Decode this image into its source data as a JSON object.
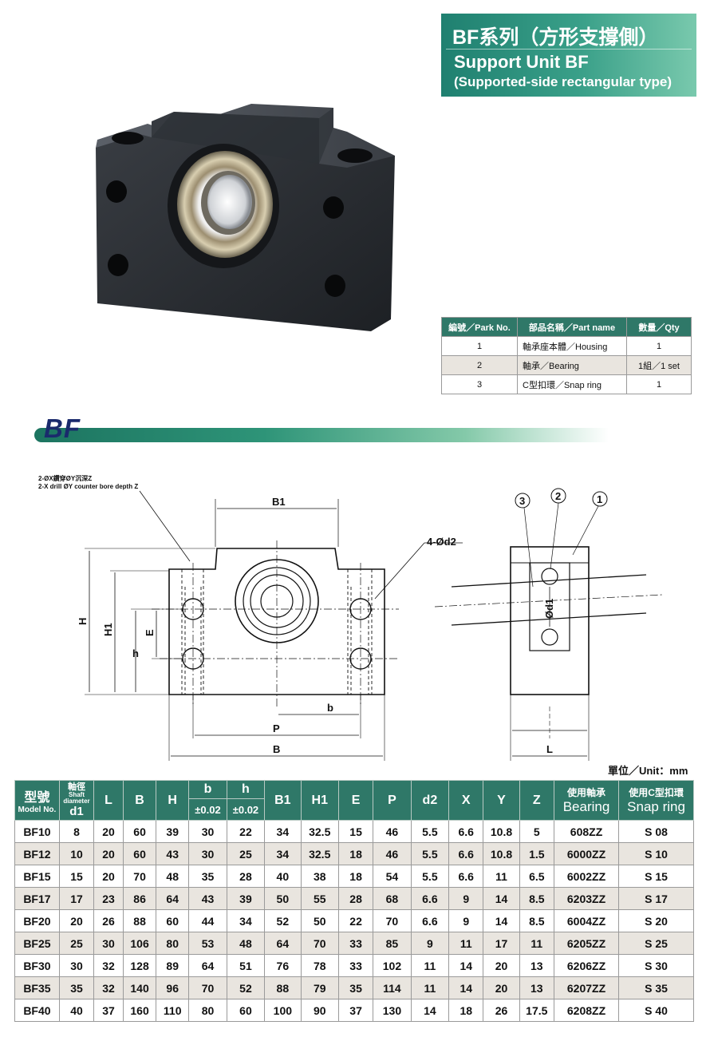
{
  "title": {
    "cn": "BF系列（方形支撐側）",
    "en": "Support Unit BF",
    "en2": "(Supported-side rectangular type)"
  },
  "parts_table": {
    "headers": [
      "編號／Park No.",
      "部品名稱／Part name",
      "數量／Qty"
    ],
    "rows": [
      [
        "1",
        "軸承座本體／Housing",
        "1"
      ],
      [
        "2",
        "軸承／Bearing",
        "1組／1 set"
      ],
      [
        "3",
        "C型扣環／Snap ring",
        "1"
      ]
    ]
  },
  "section_label": "BF",
  "drawing": {
    "note_cn": "2-ØX鑽穿ØY沉深Z",
    "note_en": "2-X drill ØY counter bore depth Z",
    "dims": {
      "B1": "B1",
      "d2": "4-Ød2",
      "H": "H",
      "H1": "H1",
      "E": "E",
      "h": "h",
      "b": "b",
      "P": "P",
      "B": "B",
      "d1": "Ød1",
      "L": "L"
    },
    "callouts": [
      "3",
      "2",
      "1"
    ]
  },
  "unit_label": "單位／Unit：mm",
  "spec_table": {
    "head": {
      "model_cn": "型號",
      "model_en": "Model No.",
      "shaft_cn": "軸徑",
      "shaft_en1": "Shaft",
      "shaft_en2": "diameter",
      "shaft_sym": "d1",
      "L": "L",
      "B": "B",
      "H": "H",
      "b": "b",
      "h": "h",
      "tol_b": "±0.02",
      "tol_h": "±0.02",
      "B1": "B1",
      "H1": "H1",
      "E": "E",
      "P": "P",
      "d2": "d2",
      "X": "X",
      "Y": "Y",
      "Z": "Z",
      "bearing_cn": "使用軸承",
      "bearing_en": "Bearing",
      "snap_cn": "使用C型扣環",
      "snap_en": "Snap ring"
    },
    "rows": [
      [
        "BF10",
        "8",
        "20",
        "60",
        "39",
        "30",
        "22",
        "34",
        "32.5",
        "15",
        "46",
        "5.5",
        "6.6",
        "10.8",
        "5",
        "608ZZ",
        "S 08"
      ],
      [
        "BF12",
        "10",
        "20",
        "60",
        "43",
        "30",
        "25",
        "34",
        "32.5",
        "18",
        "46",
        "5.5",
        "6.6",
        "10.8",
        "1.5",
        "6000ZZ",
        "S 10"
      ],
      [
        "BF15",
        "15",
        "20",
        "70",
        "48",
        "35",
        "28",
        "40",
        "38",
        "18",
        "54",
        "5.5",
        "6.6",
        "11",
        "6.5",
        "6002ZZ",
        "S 15"
      ],
      [
        "BF17",
        "17",
        "23",
        "86",
        "64",
        "43",
        "39",
        "50",
        "55",
        "28",
        "68",
        "6.6",
        "9",
        "14",
        "8.5",
        "6203ZZ",
        "S 17"
      ],
      [
        "BF20",
        "20",
        "26",
        "88",
        "60",
        "44",
        "34",
        "52",
        "50",
        "22",
        "70",
        "6.6",
        "9",
        "14",
        "8.5",
        "6004ZZ",
        "S 20"
      ],
      [
        "BF25",
        "25",
        "30",
        "106",
        "80",
        "53",
        "48",
        "64",
        "70",
        "33",
        "85",
        "9",
        "11",
        "17",
        "11",
        "6205ZZ",
        "S 25"
      ],
      [
        "BF30",
        "30",
        "32",
        "128",
        "89",
        "64",
        "51",
        "76",
        "78",
        "33",
        "102",
        "11",
        "14",
        "20",
        "13",
        "6206ZZ",
        "S 30"
      ],
      [
        "BF35",
        "35",
        "32",
        "140",
        "96",
        "70",
        "52",
        "88",
        "79",
        "35",
        "114",
        "11",
        "14",
        "20",
        "13",
        "6207ZZ",
        "S 35"
      ],
      [
        "BF40",
        "40",
        "37",
        "160",
        "110",
        "80",
        "60",
        "100",
        "90",
        "37",
        "130",
        "14",
        "18",
        "26",
        "17.5",
        "6208ZZ",
        "S 40"
      ]
    ]
  },
  "colors": {
    "teal": "#2f7868",
    "navy": "#1a2a6c",
    "alt_row": "#e9e5df"
  }
}
